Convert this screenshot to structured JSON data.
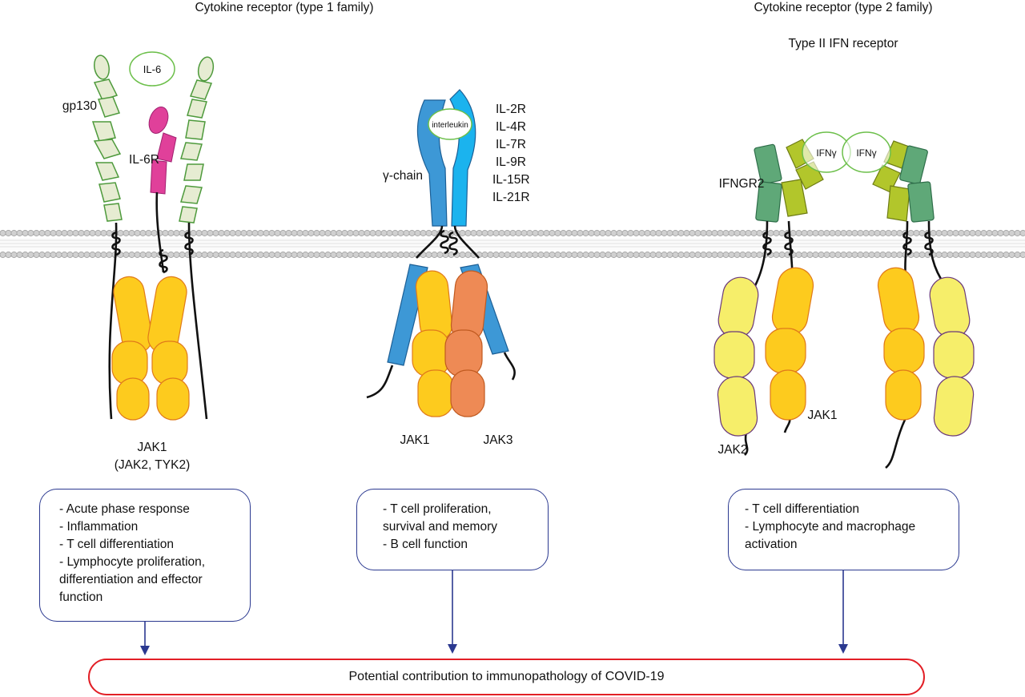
{
  "titles": {
    "type1": "Cytokine receptor (type 1 family)",
    "type2": "Cytokine receptor (type 2 family)",
    "type2_sub": "Type II IFN receptor"
  },
  "left_panel": {
    "ligand": "IL-6",
    "gp130": "gp130",
    "il6r": "IL-6R",
    "jak1": "JAK1",
    "jak_alt": "(JAK2, TYK2)",
    "effects": [
      "- Acute phase response",
      "- Inflammation",
      "- T cell differentiation",
      "- Lymphocyte proliferation,",
      "differentiation and effector",
      "function"
    ]
  },
  "middle_panel": {
    "ligand": "interleukin",
    "gamma_chain": "γ-chain",
    "receptors": [
      "IL-2R",
      "IL-4R",
      "IL-7R",
      "IL-9R",
      "IL-15R",
      "IL-21R"
    ],
    "jak1": "JAK1",
    "jak3": "JAK3",
    "effects": [
      "- T cell proliferation,",
      "survival and memory",
      "- B cell function"
    ]
  },
  "right_panel": {
    "ligand_a": "IFNγ",
    "ligand_b": "IFNγ",
    "ifngr2": "IFNGR2",
    "jak1": "JAK1",
    "jak2": "JAK2",
    "effects": [
      "- T cell differentiation",
      "- Lymphocyte and macrophage",
      "activation"
    ]
  },
  "outcome": "Potential contribution to immunopathology of COVID-19",
  "colors": {
    "membrane_head": "#cfcfcf",
    "gp130_fill": "#e6ecd2",
    "gp130_stroke": "#4e9a3c",
    "il6r": "#e0409a",
    "jak_yellow": "#fdcb1e",
    "jak_pale": "#f6ee6a",
    "jak3_orange": "#ee8a55",
    "gamma_blue": "#3d98d6",
    "il_blue": "#1bb3ee",
    "ifngr2_green": "#5fa878",
    "ifngr1_olive": "#b2c62b",
    "box_border": "#2b3990",
    "outcome_border": "#e21f26"
  }
}
